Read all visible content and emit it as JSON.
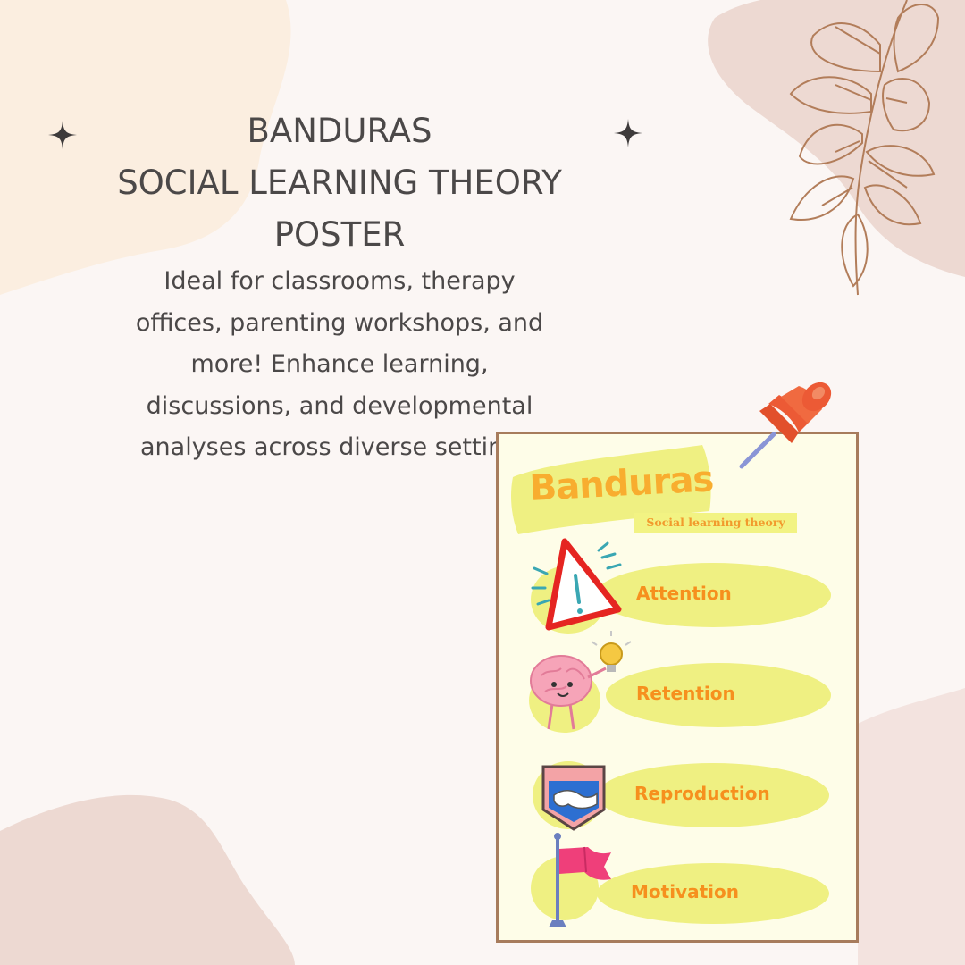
{
  "header": {
    "title_lines": [
      "BANDURAS",
      "SOCIAL LEARNING THEORY",
      "POSTER"
    ],
    "description_lines": [
      "Ideal for classrooms, therapy",
      "offices, parenting workshops, and",
      "more! Enhance learning,",
      "discussions, and developmental",
      "analyses across diverse settings."
    ]
  },
  "poster": {
    "title": "Banduras",
    "subtitle": "Social learning theory",
    "steps": [
      {
        "label": "Attention",
        "icon": "warning-icon"
      },
      {
        "label": "Retention",
        "icon": "brain-lightbulb-icon"
      },
      {
        "label": "Reproduction",
        "icon": "handshake-icon"
      },
      {
        "label": "Motivation",
        "icon": "flag-icon"
      }
    ]
  },
  "colors": {
    "background": "#fbf6f4",
    "blob_peach": "#fbeee0",
    "blob_rose": "#edd9d2",
    "text": "#4b4848",
    "poster_frame": "#a77c5c",
    "poster_bg": "#fefde8",
    "highlight": "#eff082",
    "step_text": "#f6901e",
    "pin": "#ec5a35"
  }
}
